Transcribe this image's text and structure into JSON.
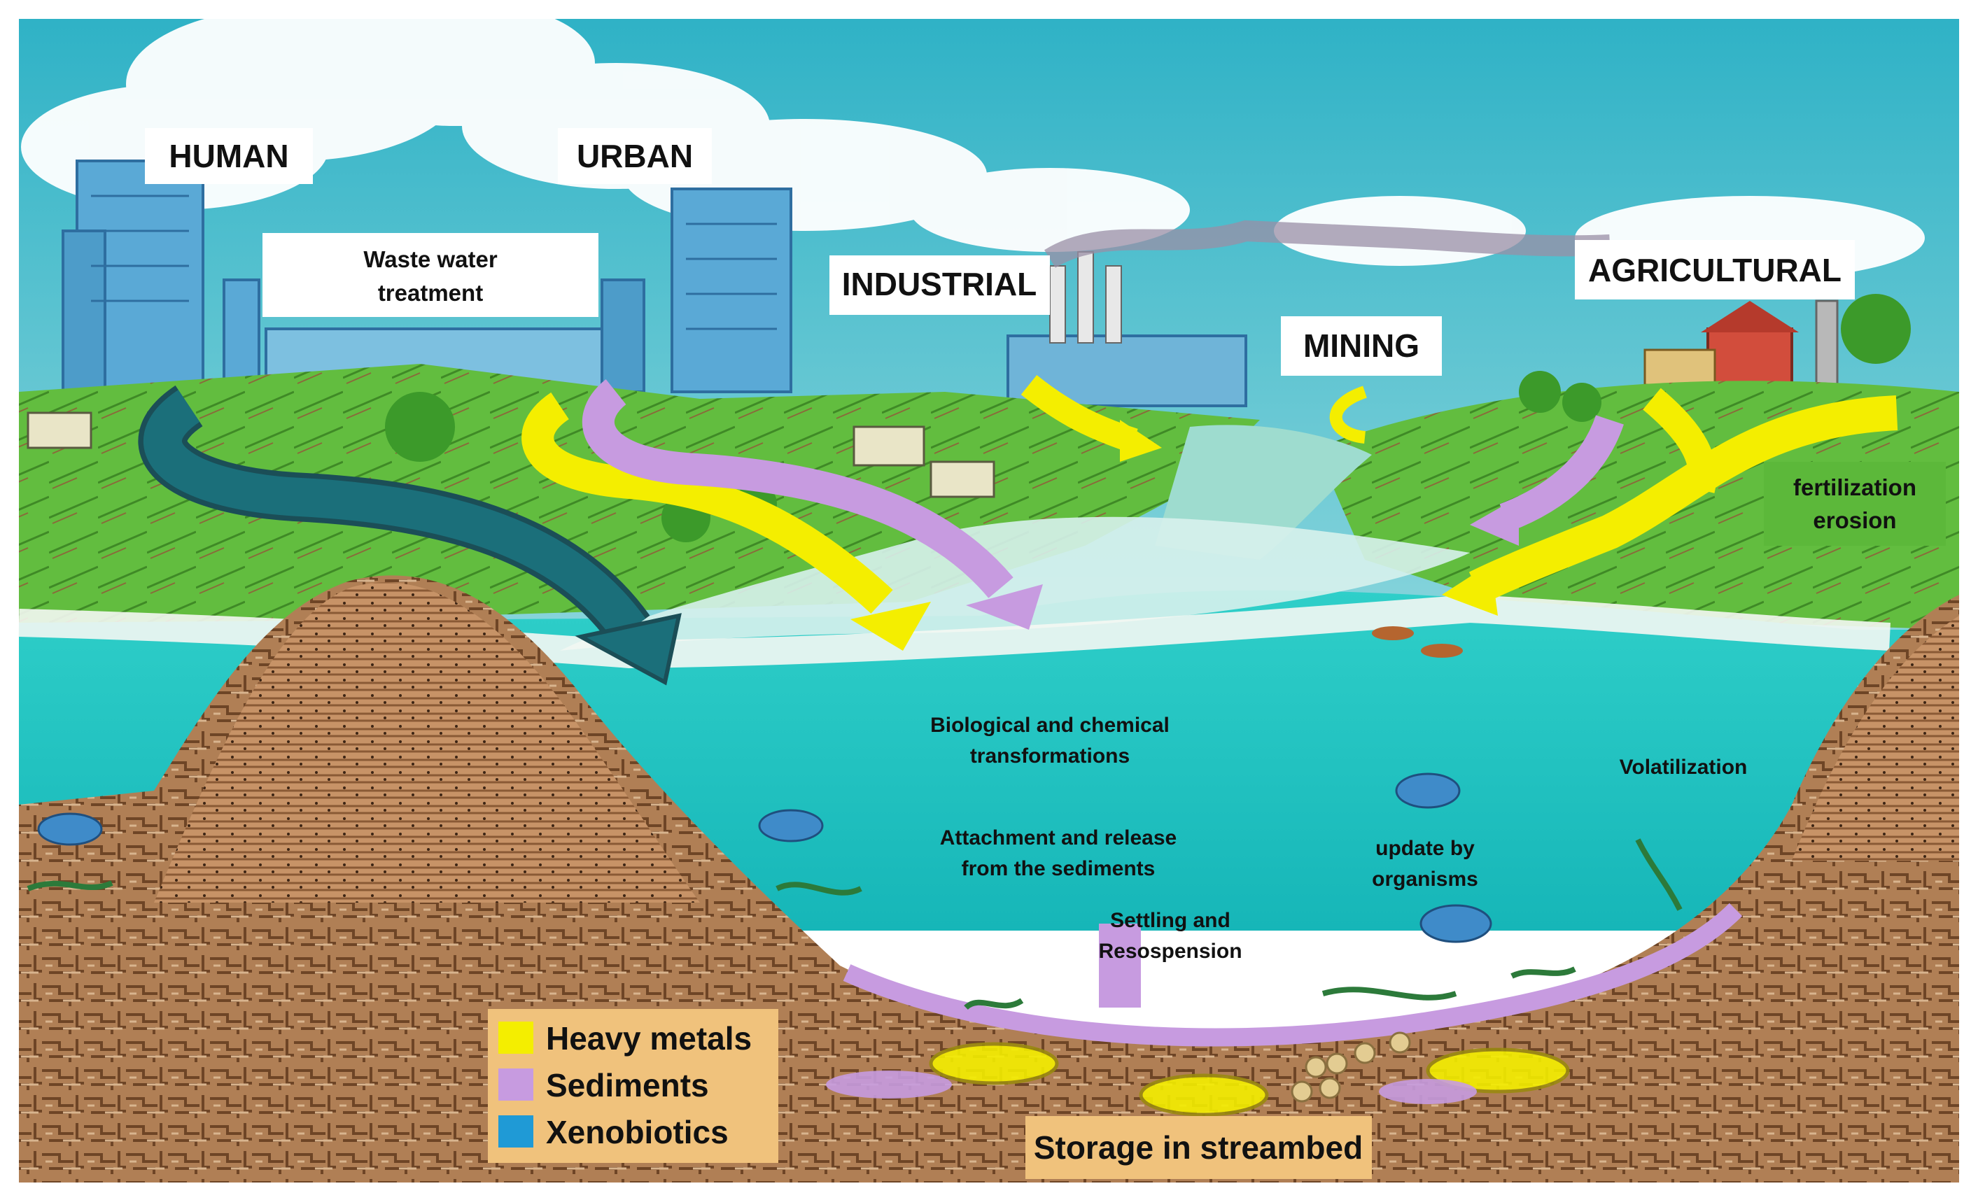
{
  "source_labels": {
    "human": "HUMAN",
    "urban": "URBAN",
    "industrial": "INDUSTRIAL",
    "mining": "MINING",
    "agricultural": "AGRICULTURAL"
  },
  "waste_water": [
    "Waste water",
    "treatment"
  ],
  "fertilization": [
    "fertilization",
    "erosion"
  ],
  "processes": {
    "bio_chem": [
      "Biological and chemical",
      "transformations"
    ],
    "attachment": [
      "Attachment and release",
      "from the sediments"
    ],
    "settling": [
      "Settling and",
      "Resospension"
    ],
    "uptake": [
      "update by",
      "organisms"
    ],
    "volatilization": "Volatilization"
  },
  "storage": "Storage in streambed",
  "legend": [
    {
      "label": "Heavy metals",
      "color": "#f4ee00"
    },
    {
      "label": "Sediments",
      "color": "#c79be0"
    },
    {
      "label": "Xenobiotics",
      "color": "#1f9ad6"
    }
  ],
  "colors": {
    "sky": "#33b6c9",
    "water": "#1ec3c0",
    "land": "#5cb83a",
    "soil": "#b07f55",
    "heavy_metals_arrow": "#f4ee00",
    "sediments_arrow": "#c79be0",
    "xenobiotics_arrow": "#1b6f7a"
  }
}
